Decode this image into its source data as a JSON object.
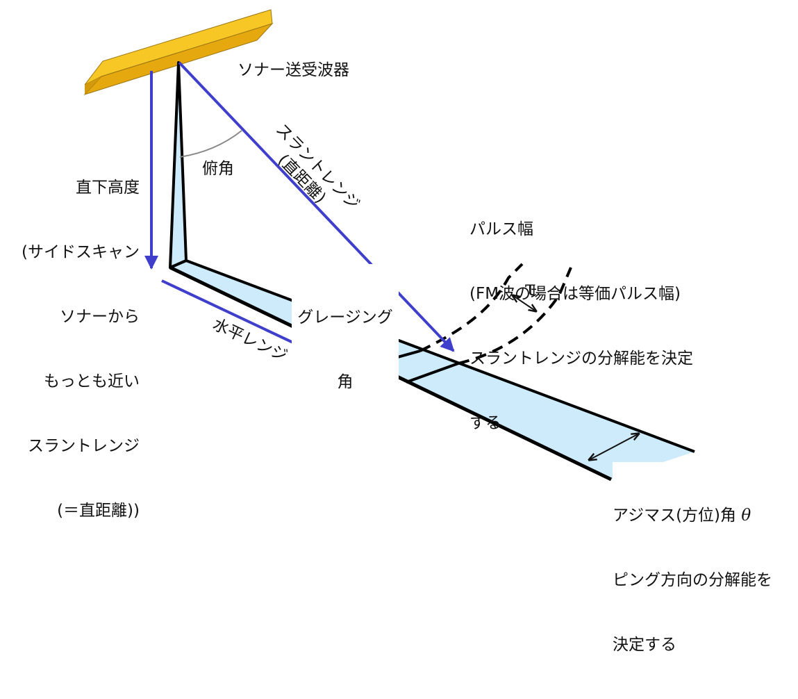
{
  "colors": {
    "transducer": "#F2BA1D",
    "transducer_edge": "#9A7410",
    "swath": "#CDEBFA",
    "arrow_blue": "#3F3FCC",
    "outline": "#000000",
    "angle_arc": "#888888"
  },
  "labels": {
    "transducer": "ソナー送受波器",
    "depression_angle": "俯角",
    "slant_range": "スラントレンジ",
    "slant_range_sub": "(直距離)",
    "horizontal_range": "水平レンジ",
    "grazing_angle": [
      "グレージング",
      "角"
    ],
    "tau": "τ",
    "altitude": [
      "直下高度",
      "(サイドスキャン",
      "ソナーから",
      "もっとも近い",
      "スラントレンジ",
      "(＝直距離))"
    ],
    "pulse_width": [
      "パルス幅",
      "(FM波の場合は等価パルス幅)",
      "スラントレンジの分解能を決定",
      "する"
    ],
    "azimuth": {
      "line1": "アジマス(方位)角",
      "theta": "θ",
      "line2": "ピング方向の分解能を",
      "line3": "決定する"
    }
  }
}
